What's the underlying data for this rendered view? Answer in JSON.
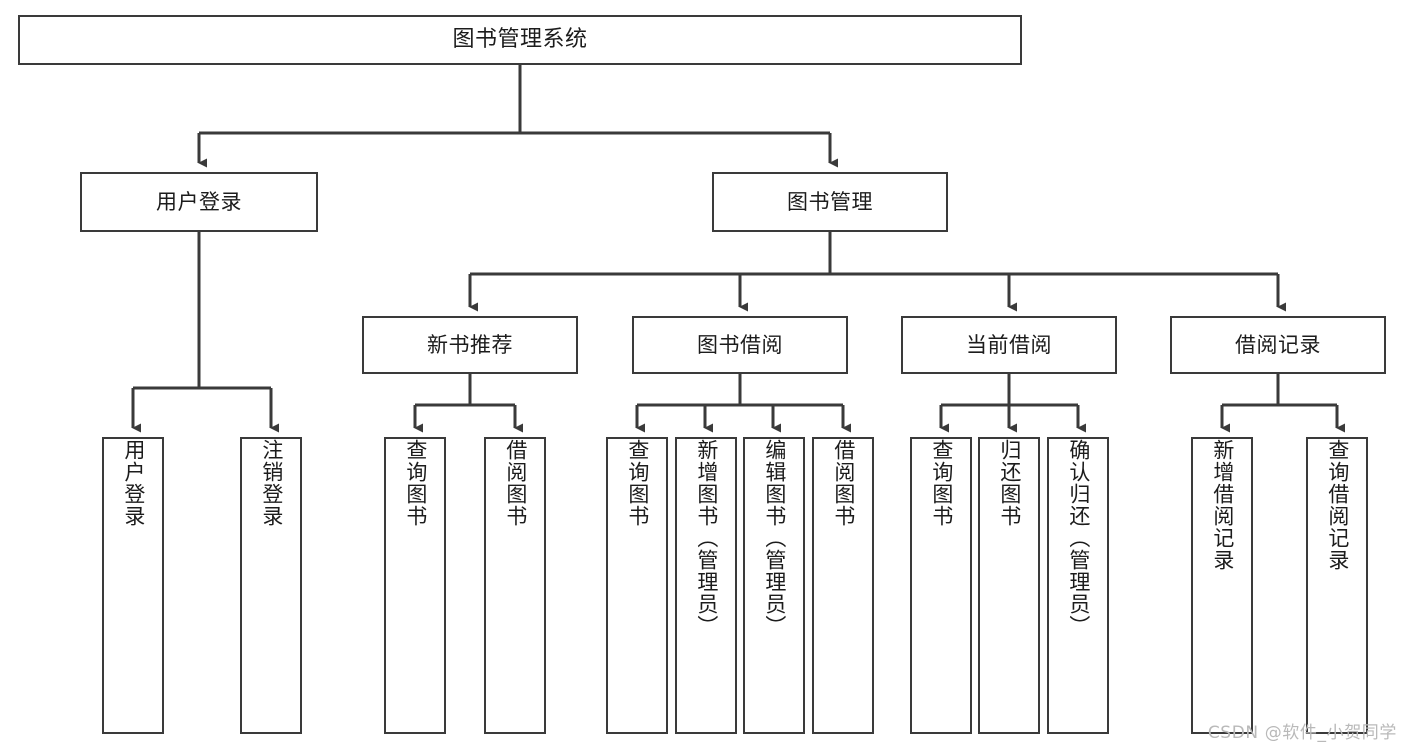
{
  "diagram": {
    "title": "图书管理系统",
    "type": "tree-hierarchy-chart",
    "root": {
      "label": "图书管理系统"
    },
    "level2": [
      {
        "label": "用户登录"
      },
      {
        "label": "图书管理"
      }
    ],
    "level3": [
      {
        "label": "新书推荐"
      },
      {
        "label": "图书借阅"
      },
      {
        "label": "当前借阅"
      },
      {
        "label": "借阅记录"
      }
    ],
    "leaves": {
      "user_login": [
        {
          "label": "用户登录"
        },
        {
          "label": "注销登录"
        }
      ],
      "new_book_recommend": [
        {
          "label": "查询图书"
        },
        {
          "label": "借阅图书"
        }
      ],
      "book_borrow": [
        {
          "label": "查询图书"
        },
        {
          "label": "新增图书（管理员）"
        },
        {
          "label": "编辑图书（管理员）"
        },
        {
          "label": "借阅图书"
        }
      ],
      "current_borrow": [
        {
          "label": "查询图书"
        },
        {
          "label": "归还图书"
        },
        {
          "label": "确认归还（管理员）"
        }
      ],
      "borrow_record": [
        {
          "label": "新增借阅记录"
        },
        {
          "label": "查询借阅记录"
        }
      ]
    }
  },
  "watermark": {
    "text": "CSDN @软件_小贺同学"
  },
  "colors": {
    "stroke": "#3a3a3a",
    "background": "#ffffff",
    "text": "#1c1c1c",
    "watermark": "#b9b9b9"
  }
}
